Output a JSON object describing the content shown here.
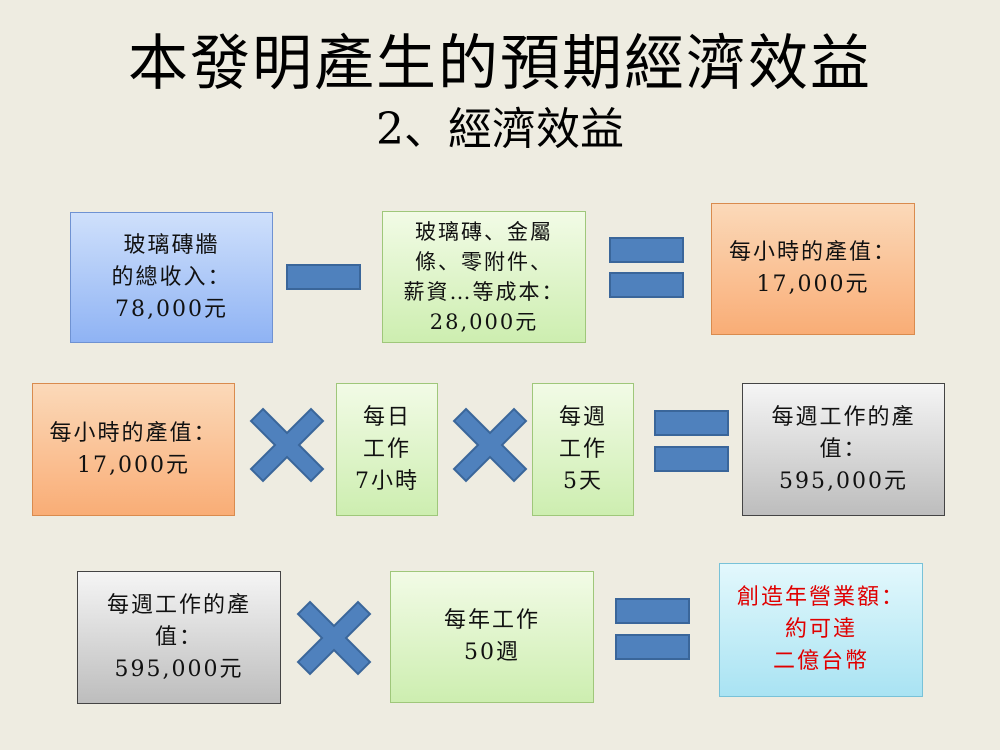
{
  "slide": {
    "title": "本發明產生的預期經濟效益",
    "subtitle": "2、經濟效益"
  },
  "colors": {
    "background": "#eeece1",
    "operator": "#4f81bd",
    "highlight_text": "#e00000"
  },
  "row1": {
    "total_income": "玻璃磚牆\n的總收入：\n78,000元",
    "operator_1": "minus",
    "cost": "玻璃磚、金屬\n條、零附件、\n薪資…等成本：\n28,000元",
    "operator_2": "equals",
    "hourly_value": "每小時的產值：\n17,000元"
  },
  "row2": {
    "hourly_value": "每小時的產值：\n17,000元",
    "operator_1": "times",
    "daily_hours": "每日\n工作\n7小時",
    "operator_2": "times",
    "weekly_days": "每週\n工作\n5天",
    "operator_3": "equals",
    "weekly_value": "每週工作的產\n值：\n595,000元"
  },
  "row3": {
    "weekly_value": "每週工作的產\n值：\n595,000元",
    "operator_1": "times",
    "yearly_weeks": "每年工作\n50週",
    "operator_2": "equals",
    "annual_revenue": "創造年營業額：\n約可達\n二億台幣"
  }
}
